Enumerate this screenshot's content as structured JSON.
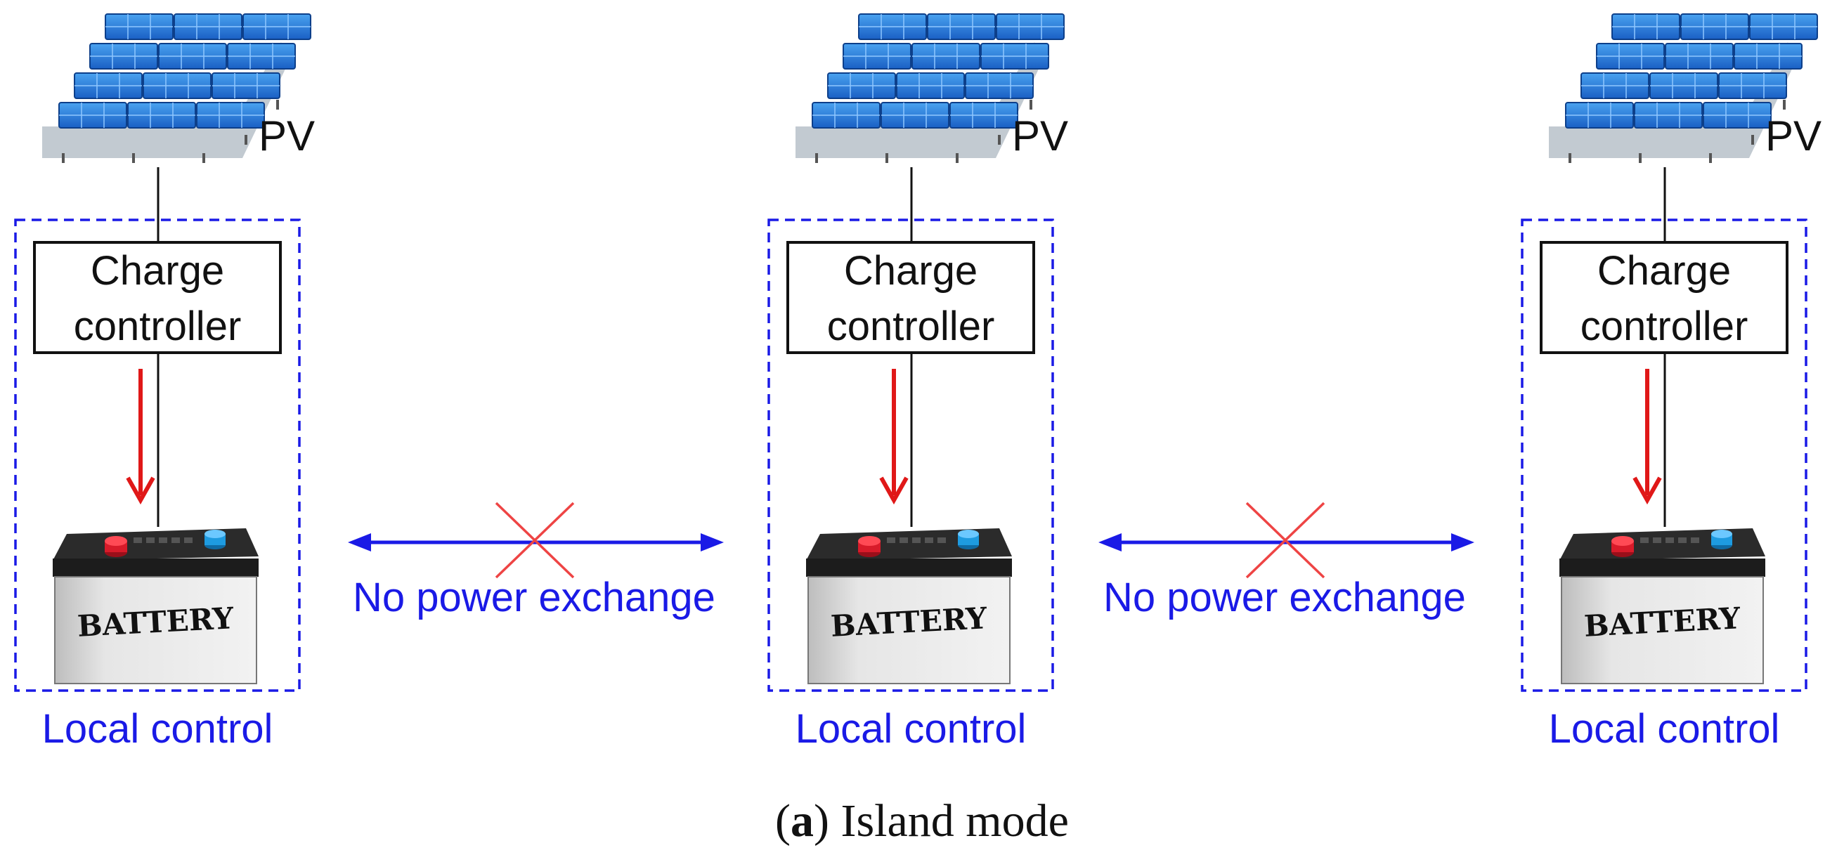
{
  "units": [
    {
      "pv_label": "PV",
      "controller_line1": "Charge",
      "controller_line2": "controller",
      "battery_label": "BATTERY",
      "control_label": "Local control"
    },
    {
      "pv_label": "PV",
      "controller_line1": "Charge",
      "controller_line2": "controller",
      "battery_label": "BATTERY",
      "control_label": "Local control"
    },
    {
      "pv_label": "PV",
      "controller_line1": "Charge",
      "controller_line2": "controller",
      "battery_label": "BATTERY",
      "control_label": "Local control"
    }
  ],
  "links": [
    {
      "label": "No power exchange"
    },
    {
      "label": "No power exchange"
    }
  ],
  "caption": {
    "letter": "a",
    "text": "Island mode"
  },
  "colors": {
    "blue": "#1a1ae6",
    "red": "#e01818",
    "cross": "#ee4444",
    "panel": "#1f6fd6",
    "battery_top": "#2b2b2b",
    "battery_body": "#d4d4d4",
    "terminal_pos": "#d81b2a",
    "terminal_neg": "#1e9be0"
  }
}
